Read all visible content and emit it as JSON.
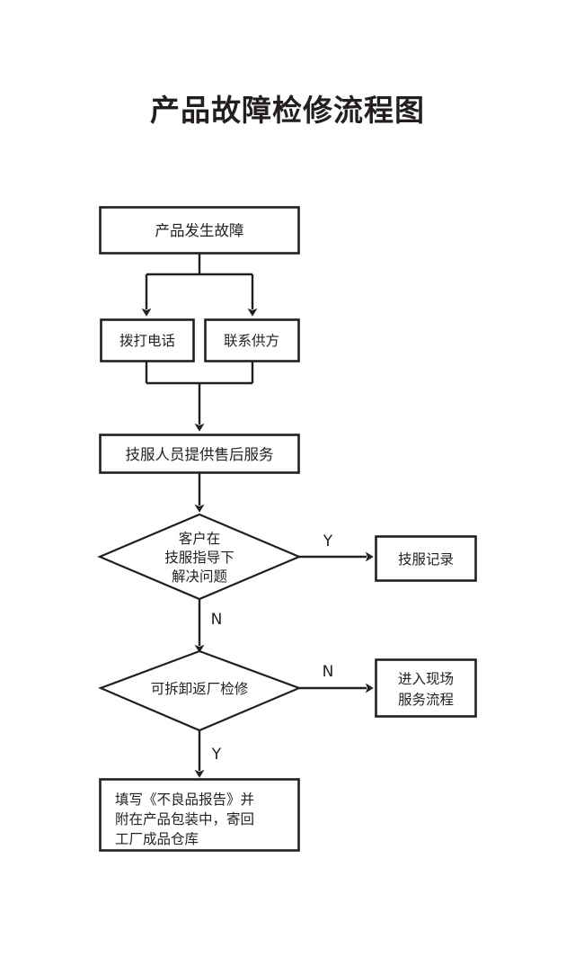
{
  "document": {
    "title": "产品故障检修流程图",
    "background_color": "#ffffff",
    "ink_color": "#231f20"
  },
  "flowchart": {
    "type": "flowchart",
    "orientation": "top-to-bottom",
    "nodes": [
      {
        "id": "n1",
        "shape": "rectangle",
        "lines": [
          "产品发生故障"
        ]
      },
      {
        "id": "n2",
        "shape": "rectangle",
        "lines": [
          "拨打电话"
        ]
      },
      {
        "id": "n3",
        "shape": "rectangle",
        "lines": [
          "联系供方"
        ]
      },
      {
        "id": "n4",
        "shape": "rectangle",
        "lines": [
          "技服人员提供售后服务"
        ]
      },
      {
        "id": "n5",
        "shape": "diamond",
        "lines": [
          "客户在",
          "技服指导下",
          "解决问题"
        ]
      },
      {
        "id": "n6",
        "shape": "rectangle",
        "lines": [
          "技服记录"
        ]
      },
      {
        "id": "n7",
        "shape": "diamond",
        "lines": [
          "可拆卸返厂检修"
        ]
      },
      {
        "id": "n8",
        "shape": "rectangle",
        "lines": [
          "进入现场",
          "服务流程"
        ]
      },
      {
        "id": "n9",
        "shape": "rectangle",
        "lines": [
          "填写《不良品报告》并",
          "附在产品包装中，寄回",
          "工厂成品仓库"
        ]
      }
    ],
    "edges": [
      {
        "id": "e1",
        "from": "n1",
        "to": "n2",
        "label": ""
      },
      {
        "id": "e2",
        "from": "n1",
        "to": "n3",
        "label": ""
      },
      {
        "id": "e3",
        "from": "n2",
        "to": "n4",
        "label": ""
      },
      {
        "id": "e4",
        "from": "n3",
        "to": "n4",
        "label": ""
      },
      {
        "id": "e5",
        "from": "n4",
        "to": "n5",
        "label": ""
      },
      {
        "id": "e6",
        "from": "n5",
        "to": "n6",
        "label": "Y"
      },
      {
        "id": "e7",
        "from": "n5",
        "to": "n7",
        "label": "N"
      },
      {
        "id": "e8",
        "from": "n7",
        "to": "n8",
        "label": "N"
      },
      {
        "id": "e9",
        "from": "n7",
        "to": "n9",
        "label": "Y"
      }
    ]
  }
}
